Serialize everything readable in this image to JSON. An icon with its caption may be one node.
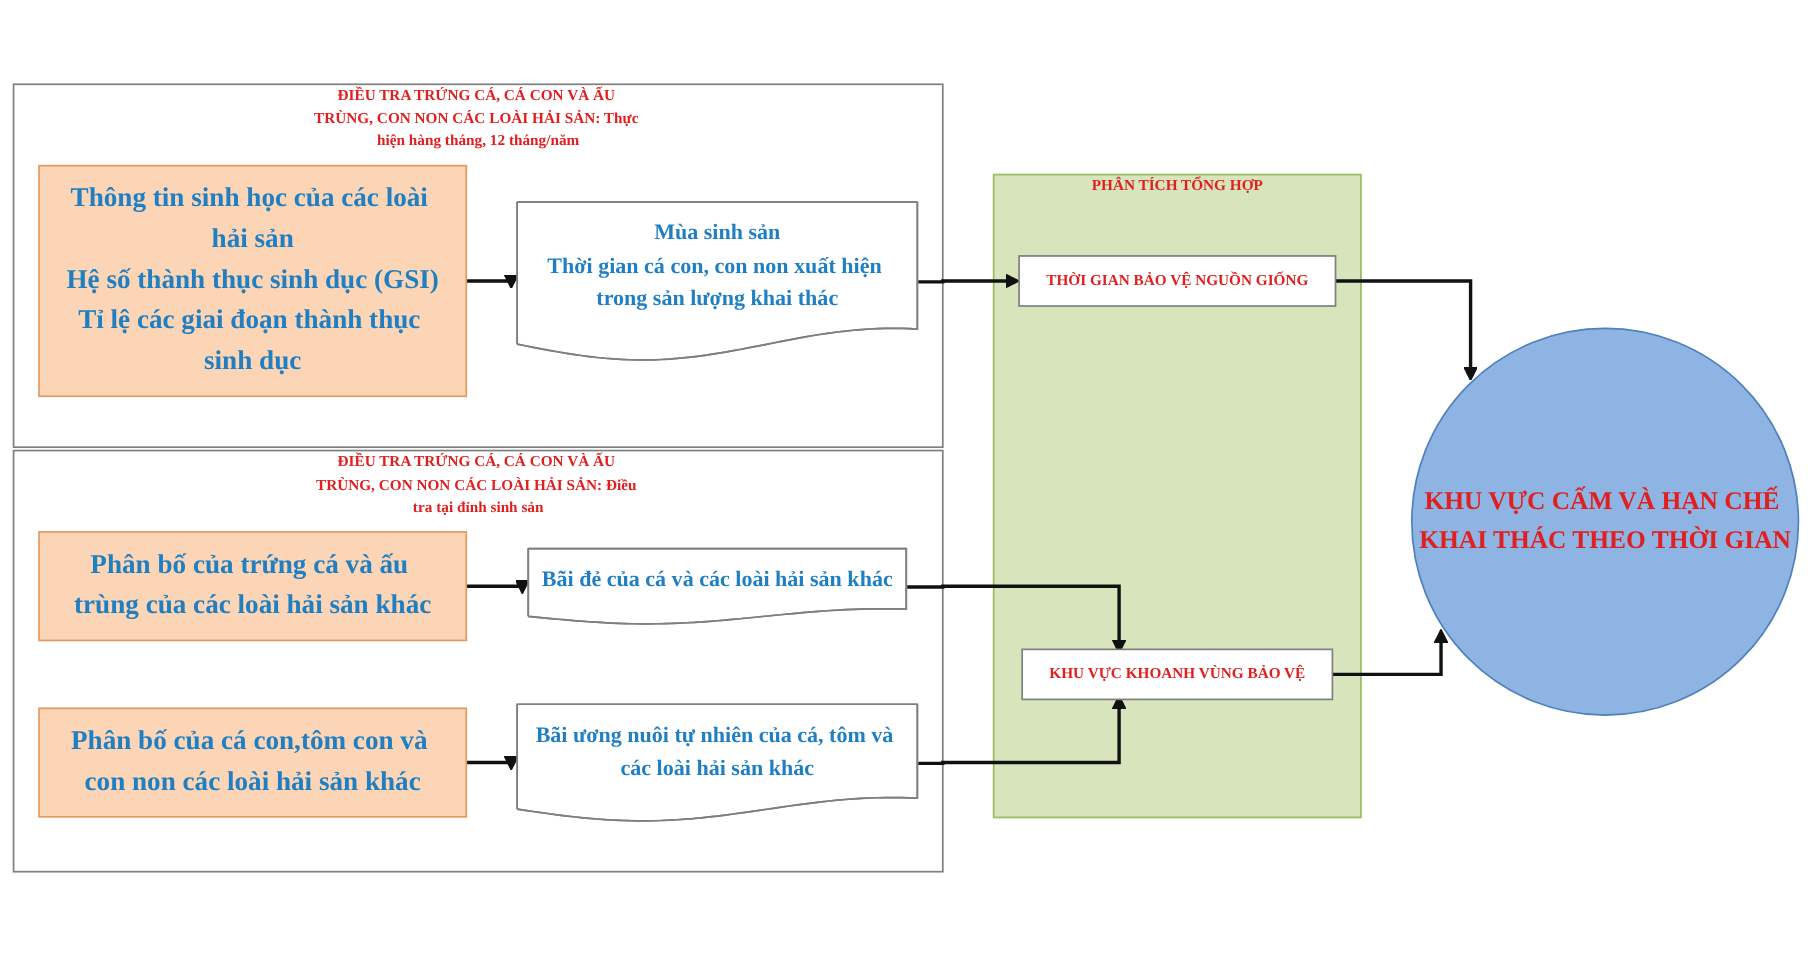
{
  "diagram": {
    "nodes": [
      {
        "text": [
          "ĐIỀU TRA TRỨNG CÁ, CÁ CON VÀ ẤU TRÙNG, CON NON CÁC LOÀI HẢI SẢN: Thực hiện hàng tháng, 12 tháng/năm"
        ]
      },
      {
        "text": [
          "Thông tin sinh học của các loài hải sản",
          "Hệ số thành thục sinh dục (GSI)",
          "Tỉ lệ các giai đoạn thành thục sinh dục"
        ],
        "in": 0
      },
      {
        "text": [
          "Mùa sinh sản",
          "Thời gian cá con, con non xuất hiện trong sản lượng khai thác"
        ],
        "in": 0
      },
      {
        "text": [
          "ĐIỀU TRA TRỨNG CÁ, CÁ CON VÀ ẤU TRÙNG, CON NON CÁC LOÀI HẢI SẢN: Điều tra tại đỉnh sinh sản"
        ]
      },
      {
        "text": [
          "Phân bố của trứng cá và ấu trùng của các loài hải sản khác"
        ],
        "in": 3
      },
      {
        "text": [
          "Bãi đẻ của cá và các loài hải sản khác"
        ],
        "in": 3
      },
      {
        "text": [
          "Phân bố của cá con,tôm con và con non các loài hải sản khác"
        ],
        "in": 3
      },
      {
        "text": [
          "Bãi ương nuôi tự nhiên của cá, tôm và các loài hải sản khác"
        ],
        "in": 3
      },
      {
        "text": [
          "PHÂN TÍCH TỔNG HỢP"
        ]
      },
      {
        "text": [
          "THỜI GIAN BẢO VỆ NGUỒN GIỐNG"
        ],
        "in": 8
      },
      {
        "text": [
          "KHU VỰC KHOANH VÙNG BẢO VỆ"
        ],
        "in": 8
      },
      {
        "text": [
          "KHU VỰC CẤM VÀ HẠN CHẾ KHAI THÁC THEO THỜI GIAN"
        ]
      }
    ],
    "edges": [
      {
        "from": 1,
        "to": 2,
        "arrow": "to"
      },
      {
        "from": 2,
        "to": 9,
        "arrow": "to"
      },
      {
        "from": 4,
        "to": 5,
        "arrow": "to"
      },
      {
        "from": 6,
        "to": 7,
        "arrow": "to"
      },
      {
        "from": 5,
        "to": 10,
        "arrow": "to"
      },
      {
        "from": 7,
        "to": 10,
        "arrow": "to"
      },
      {
        "from": 9,
        "to": 11,
        "arrow": "to"
      },
      {
        "from": 10,
        "to": 11,
        "arrow": "to"
      }
    ]
  }
}
